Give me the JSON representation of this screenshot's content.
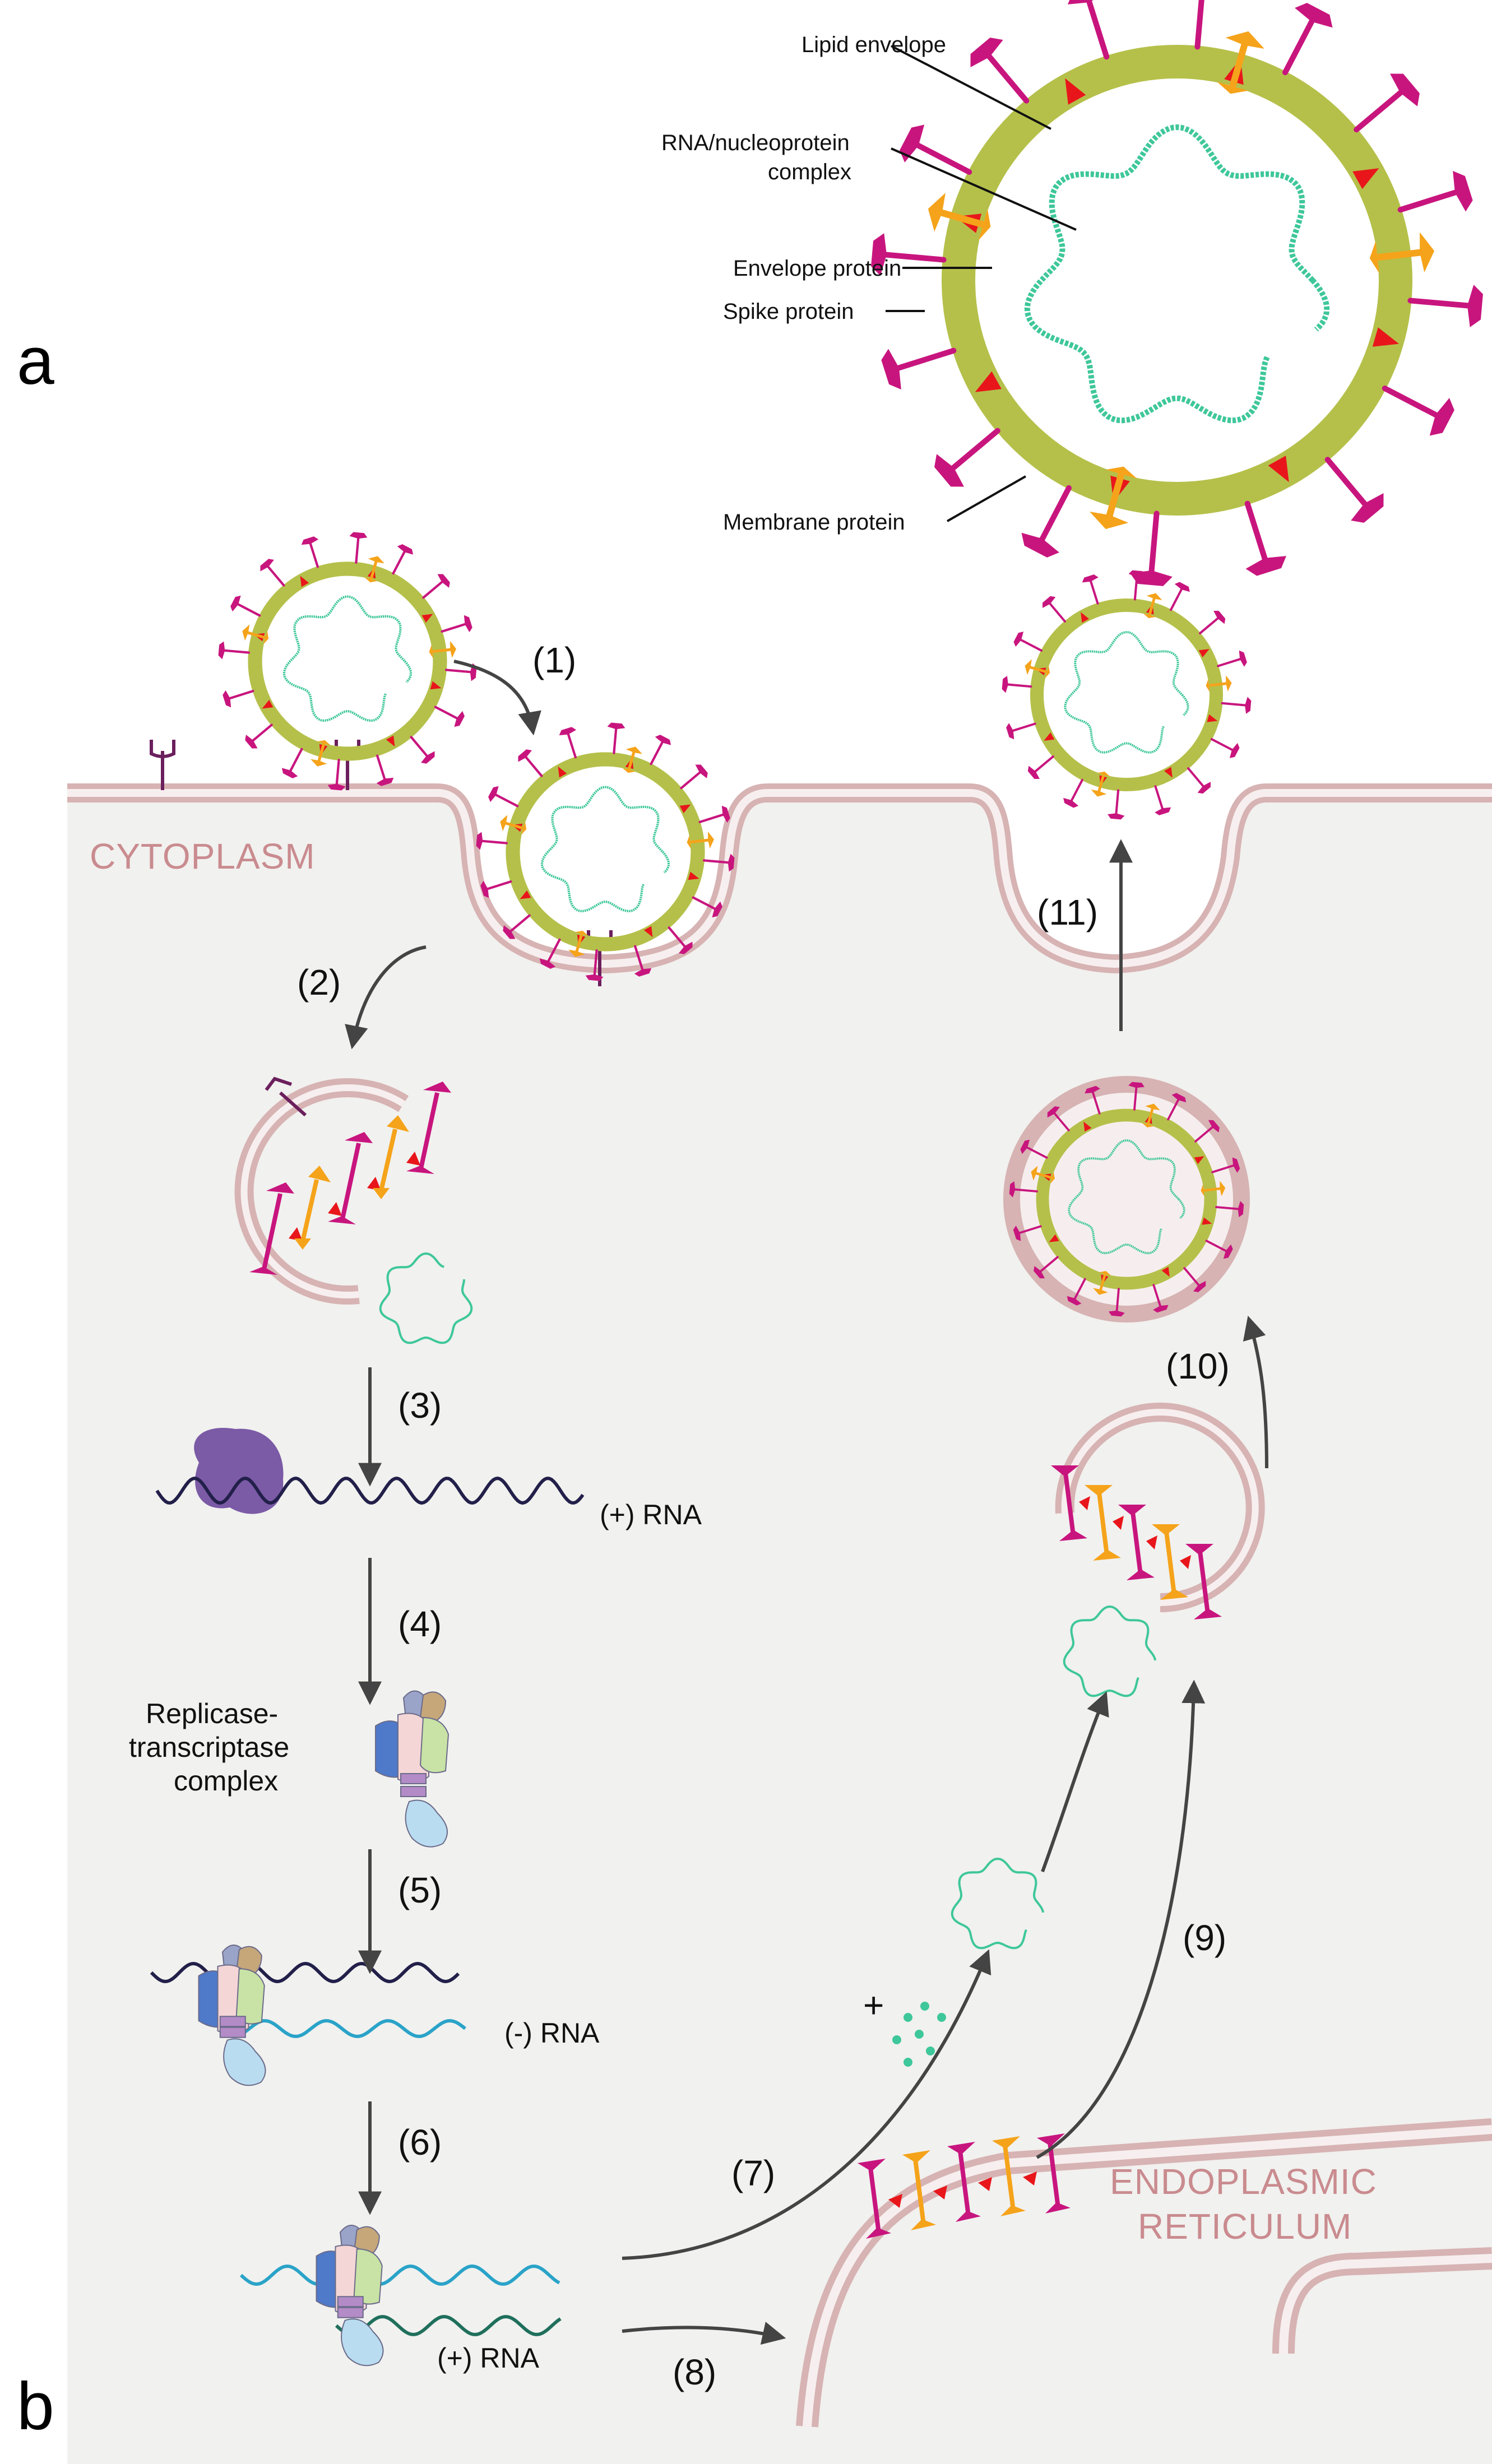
{
  "panels": {
    "a": "a",
    "b": "b"
  },
  "structure_labels": {
    "lipid_envelope": "Lipid envelope",
    "rna_complex_1": "RNA/nucleoprotein",
    "rna_complex_2": "complex",
    "envelope_protein": "Envelope protein",
    "spike_protein": "Spike protein",
    "membrane_protein": "Membrane protein"
  },
  "regions": {
    "cytoplasm": "CYTOPLASM",
    "er_1": "ENDOPLASMIC",
    "er_2": "RETICULUM"
  },
  "steps": [
    "(1)",
    "(2)",
    "(3)",
    "(4)",
    "(5)",
    "(6)",
    "(7)",
    "(8)",
    "(9)",
    "(10)",
    "(11)"
  ],
  "rna_labels": {
    "plus_rna_1": "(+) RNA",
    "minus_rna": "(-) RNA",
    "plus_rna_2": "(+) RNA"
  },
  "complex_label": [
    "Replicase-",
    "transcriptase",
    "complex"
  ],
  "plus_sign": "+",
  "colors": {
    "envelope": "#b5c04a",
    "spike": "#c8157e",
    "membrane_protein": "#f5a31a",
    "envelope_protein": "#e8161b",
    "rna": "#3ec79a",
    "membrane": "#d7b3b3",
    "cytoplasm": "#f1f1ef",
    "ribosome": "#7b5aa6"
  }
}
